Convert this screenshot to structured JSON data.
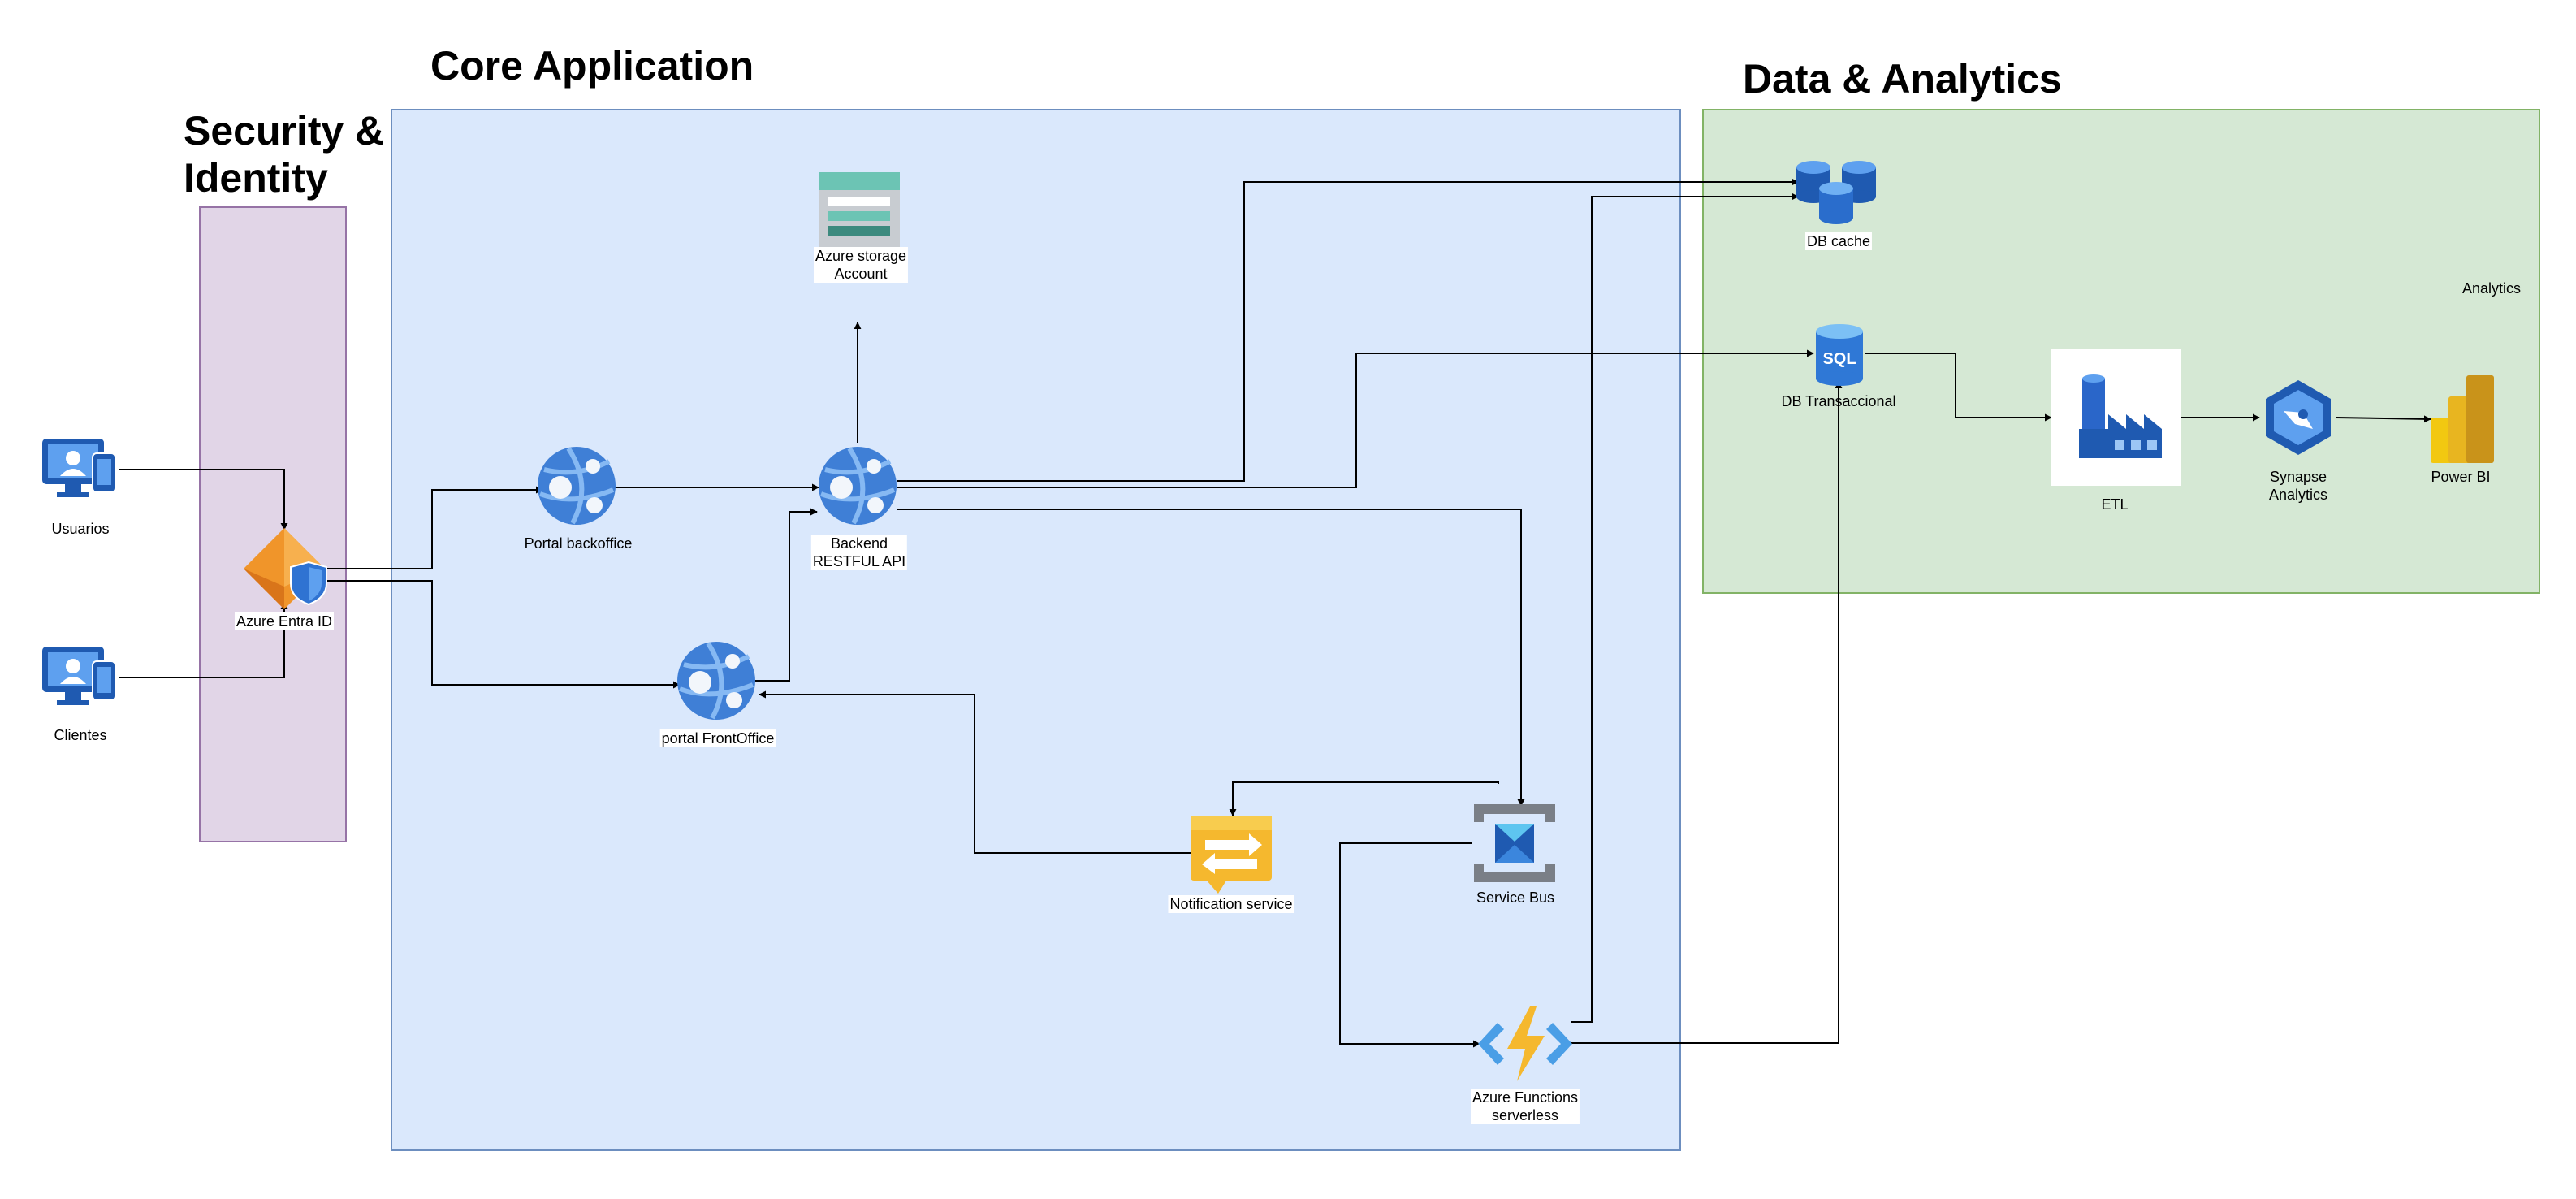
{
  "regions": {
    "security": "Security &\nIdentity",
    "core": "Core Application",
    "data": "Data & Analytics"
  },
  "nodes": {
    "usuarios": "Usuarios",
    "clientes": "Clientes",
    "entra": "Azure Entra ID",
    "storage": "Azure storage\nAccount",
    "backoffice": "Portal backoffice",
    "backend": "Backend\nRESTFUL API",
    "frontoffice": "portal FrontOffice",
    "notification": "Notification service",
    "servicebus": "Service Bus",
    "functions": "Azure Functions\nserverless",
    "dbcache": "DB cache",
    "dbtrans": "DB Transaccional",
    "etl": "ETL",
    "synapse": "Synapse\nAnalytics",
    "powerbi": "Power BI",
    "analytics": "Analytics"
  },
  "colors": {
    "security_fill": "#e1d5e7",
    "core_fill": "#dae8fc",
    "data_fill": "#d5e8d4",
    "azure_blue": "#3f7fd6",
    "entra_orange": "#f0952a",
    "function_yellow": "#f5b82e",
    "powerbi_gold": "#e8b520"
  },
  "icons": {
    "usuarios": "users-monitor-icon",
    "clientes": "users-monitor-icon",
    "entra": "entra-id-icon",
    "storage": "storage-account-icon",
    "webapp": "app-service-globe-icon",
    "notification": "notification-hub-icon",
    "servicebus": "service-bus-icon",
    "functions": "azure-functions-icon",
    "dbcache": "database-cache-icon",
    "dbtrans": "sql-database-icon",
    "etl": "data-factory-icon",
    "synapse": "synapse-analytics-icon",
    "powerbi": "power-bi-icon"
  }
}
